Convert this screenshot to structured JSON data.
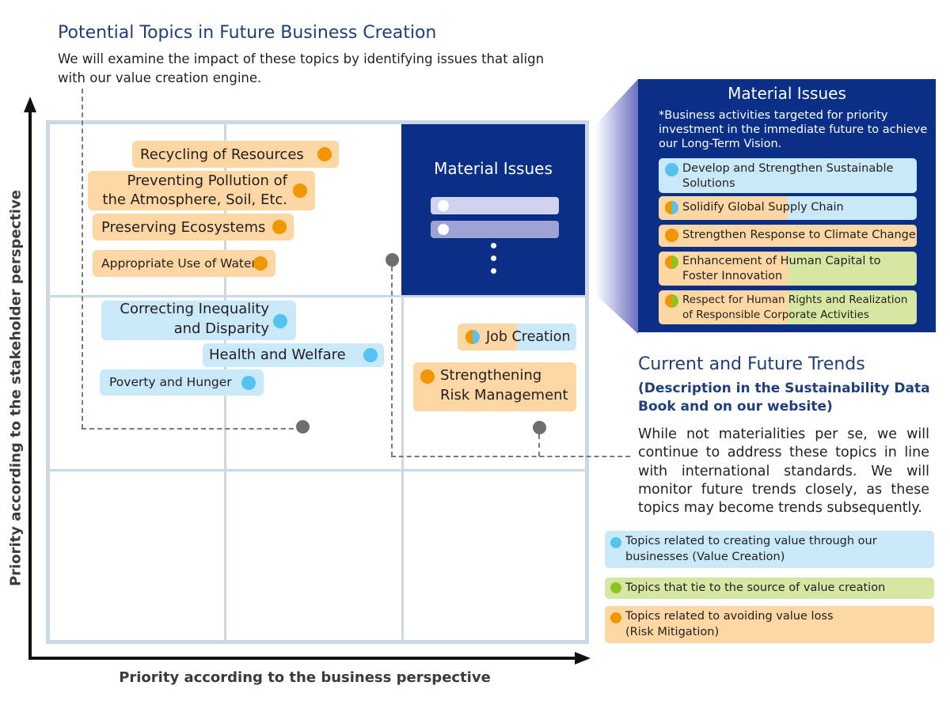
{
  "header": {
    "title": "Potential Topics in Future Business Creation",
    "subtitle": "We will examine the impact of these topics by identifying issues that align with our value creation engine."
  },
  "axes": {
    "x_label": "Priority according to the business perspective",
    "y_label": "Priority according to the stakeholder perspective"
  },
  "colors": {
    "value_creation": "#54c3f1",
    "source_of_value_creation": "#8fc31f",
    "risk_mitigation": "#f29600",
    "navy": "#0b2f86",
    "light_blue": "#c9e8f8",
    "light_orange": "#fcd6a3",
    "light_green": "#d6e6a3"
  },
  "matrix": {
    "material_quadrant_title": "Material Issues",
    "potential_topics": [
      {
        "line1": "Recycling of Resources",
        "line2": "",
        "category": "risk_mitigation"
      },
      {
        "line1": "Preventing Pollution of",
        "line2": "the Atmosphere, Soil, Etc.",
        "category": "risk_mitigation"
      },
      {
        "line1": "Preserving Ecosystems",
        "line2": "",
        "category": "risk_mitigation"
      },
      {
        "line1": "Appropriate Use of Water",
        "line2": "",
        "category": "risk_mitigation"
      },
      {
        "line1": "Correcting Inequality",
        "line2": "and Disparity",
        "category": "value_creation"
      },
      {
        "line1": "Health and Welfare",
        "line2": "",
        "category": "value_creation"
      },
      {
        "line1": "Poverty and Hunger",
        "line2": "",
        "category": "value_creation"
      }
    ],
    "trend_topics": [
      {
        "line1": "Job Creation",
        "line2": "",
        "category": "value_creation+risk_mitigation"
      },
      {
        "line1": "Strengthening",
        "line2": "Risk Management",
        "category": "risk_mitigation"
      }
    ]
  },
  "material_panel": {
    "title": "Material Issues",
    "note": "*Business activities targeted for priority investment in the immediate future to achieve our Long-Term Vision.",
    "issues": [
      {
        "line1": "Develop and Strengthen Sustainable",
        "line2": "Solutions",
        "category": "value_creation"
      },
      {
        "line1": "Solidify Global Supply Chain",
        "line2": "",
        "category": "value_creation+risk_mitigation"
      },
      {
        "line1": "Strengthen Response to Climate Change",
        "line2": "",
        "category": "risk_mitigation"
      },
      {
        "line1": "Enhancement of Human Capital to",
        "line2": "Foster Innovation",
        "category": "risk_mitigation+source_of_value_creation"
      },
      {
        "line1": "Respect for Human Rights and Realization",
        "line2": "of Responsible Corporate Activities",
        "category": "risk_mitigation+source_of_value_creation"
      }
    ]
  },
  "trends": {
    "title": "Current and Future Trends",
    "subtitle": "(Description in the Sustainability Data Book and on our website)",
    "body": "While not materialities per se, we will continue to address these topics in line with international standards. We will monitor future trends closely, as these topics may become trends subsequently."
  },
  "legend": [
    {
      "line1": "Topics related to creating value through our",
      "line2": "businesses (Value Creation)",
      "category": "value_creation"
    },
    {
      "line1": "Topics that tie to the source of value creation",
      "line2": "",
      "category": "source_of_value_creation"
    },
    {
      "line1": "Topics related to avoiding value loss",
      "line2": "(Risk Mitigation)",
      "category": "risk_mitigation"
    }
  ]
}
